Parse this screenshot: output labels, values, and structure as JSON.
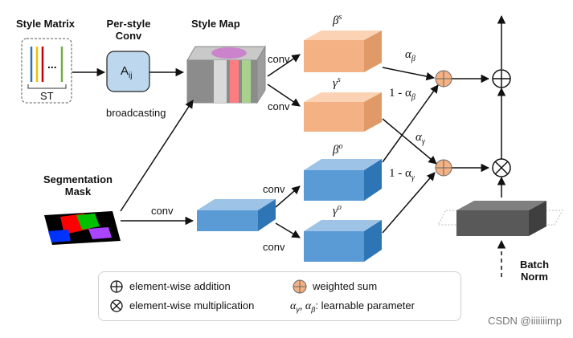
{
  "labels": {
    "style_matrix": "Style Matrix",
    "st": "ST",
    "dots": "...",
    "per_style_conv_l1": "Per-style",
    "per_style_conv_l2": "Conv",
    "aij_main": "A",
    "aij_sub": "ij",
    "broadcasting": "broadcasting",
    "style_map": "Style Map",
    "seg_mask_l1": "Segmentation",
    "seg_mask_l2": "Mask",
    "conv": "conv",
    "beta_s": "β",
    "beta_s_sup": "s",
    "gamma_s": "γ",
    "gamma_s_sup": "s",
    "beta_o": "β",
    "beta_o_sup": "o",
    "gamma_o": "γ",
    "gamma_o_sup": "o",
    "alpha_beta": "α",
    "alpha_beta_sub": "β",
    "one_minus_alpha_beta_prefix": "1 - α",
    "one_minus_alpha_beta_sub": "β",
    "alpha_gamma": "α",
    "alpha_gamma_sub": "γ",
    "one_minus_alpha_gamma_prefix": "1 - α",
    "one_minus_alpha_gamma_sub": "γ",
    "batch_norm_l1": "Batch",
    "batch_norm_l2": "Norm"
  },
  "legend": {
    "addition": "element-wise addition",
    "multiplication": "element-wise multiplication",
    "weighted_sum": "weighted sum",
    "learnable_prefix": "α",
    "learnable_sub1": "γ",
    "learnable_mid": ", α",
    "learnable_sub2": "β",
    "learnable_suffix": ":  learnable parameter"
  },
  "watermark": "CSDN @iiiiiiimp",
  "colors": {
    "style_block": "#f4b183",
    "object_block": "#5b9bd5",
    "conv_box": "#bdd7ee",
    "batch_norm": "#595959",
    "weighted_sum": "#f4b183"
  },
  "icons": [
    "plus-circle-icon",
    "times-circle-icon",
    "weighted-sum-icon"
  ]
}
